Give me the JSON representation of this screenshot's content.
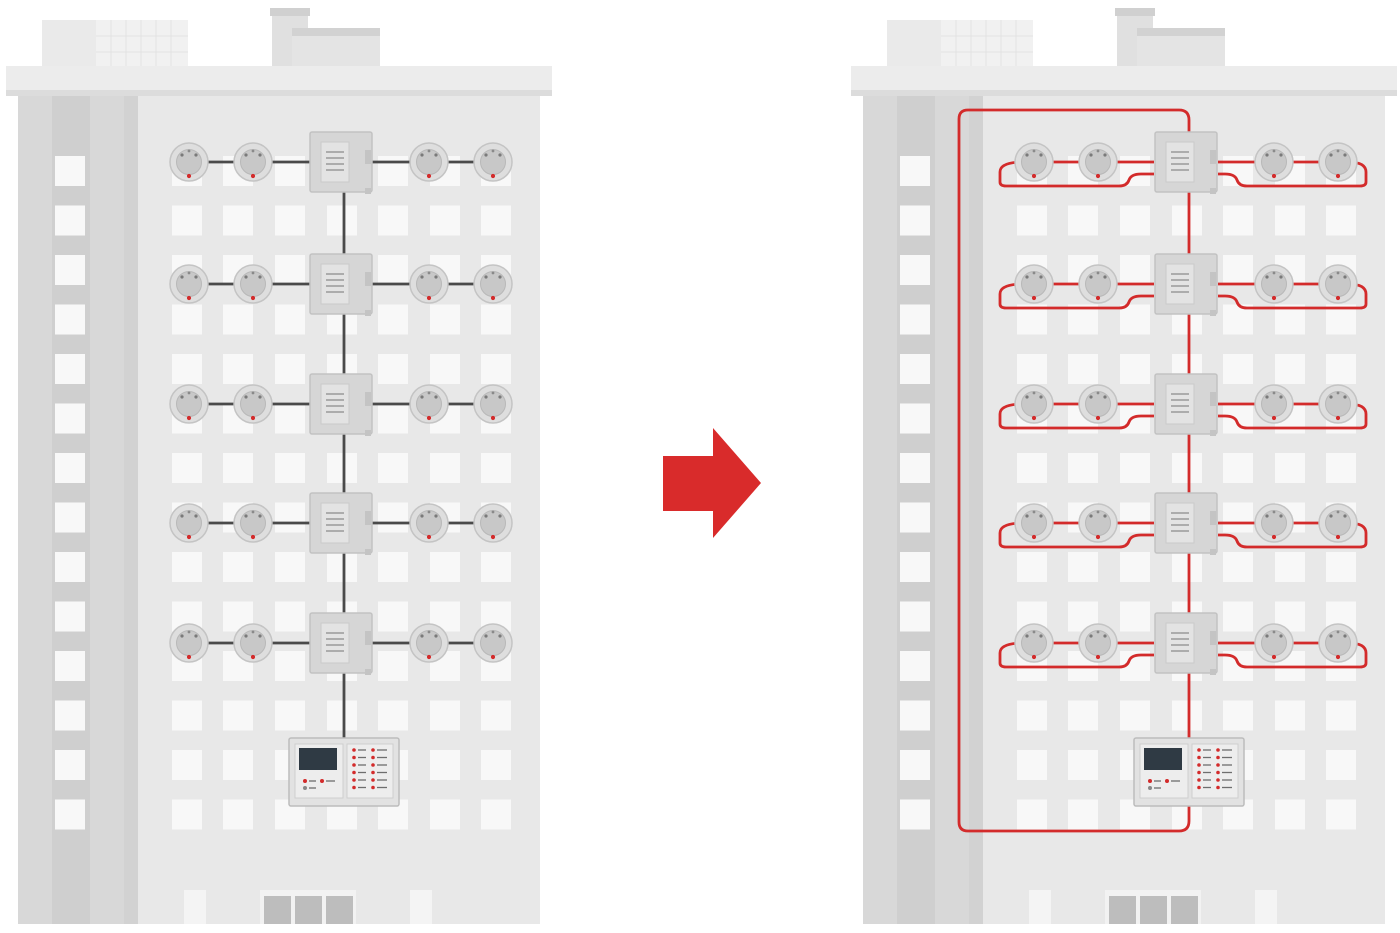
{
  "figure": {
    "panels": [
      {
        "id": "before",
        "wiring": "branch",
        "wire_color": "#4a4a4a",
        "floors": 5,
        "detectors_per_side": 2
      },
      {
        "id": "after",
        "wiring": "loop",
        "wire_color": "#d32b2b",
        "floors": 5,
        "detectors_per_side": 2
      }
    ],
    "arrow": {
      "direction": "right",
      "color": "#d92b2b"
    }
  },
  "colors": {
    "building_main": "#e8e8e8",
    "building_side": "#d8d8d8",
    "building_stair": "#cfcfcf",
    "roof": "#efefef",
    "window": "#f8f8f8",
    "detector_outer": "#dedede",
    "detector_inner": "#c8c8c8",
    "module": "#d6d6d6",
    "module_face": "#e3e3e3",
    "panel_screen": "#2f3a44",
    "led_red": "#d32b2b"
  },
  "icons": {
    "detector": "smoke-detector-icon",
    "module": "loop-module-icon",
    "panel": "fire-alarm-control-panel-icon",
    "arrow": "right-arrow-icon"
  }
}
